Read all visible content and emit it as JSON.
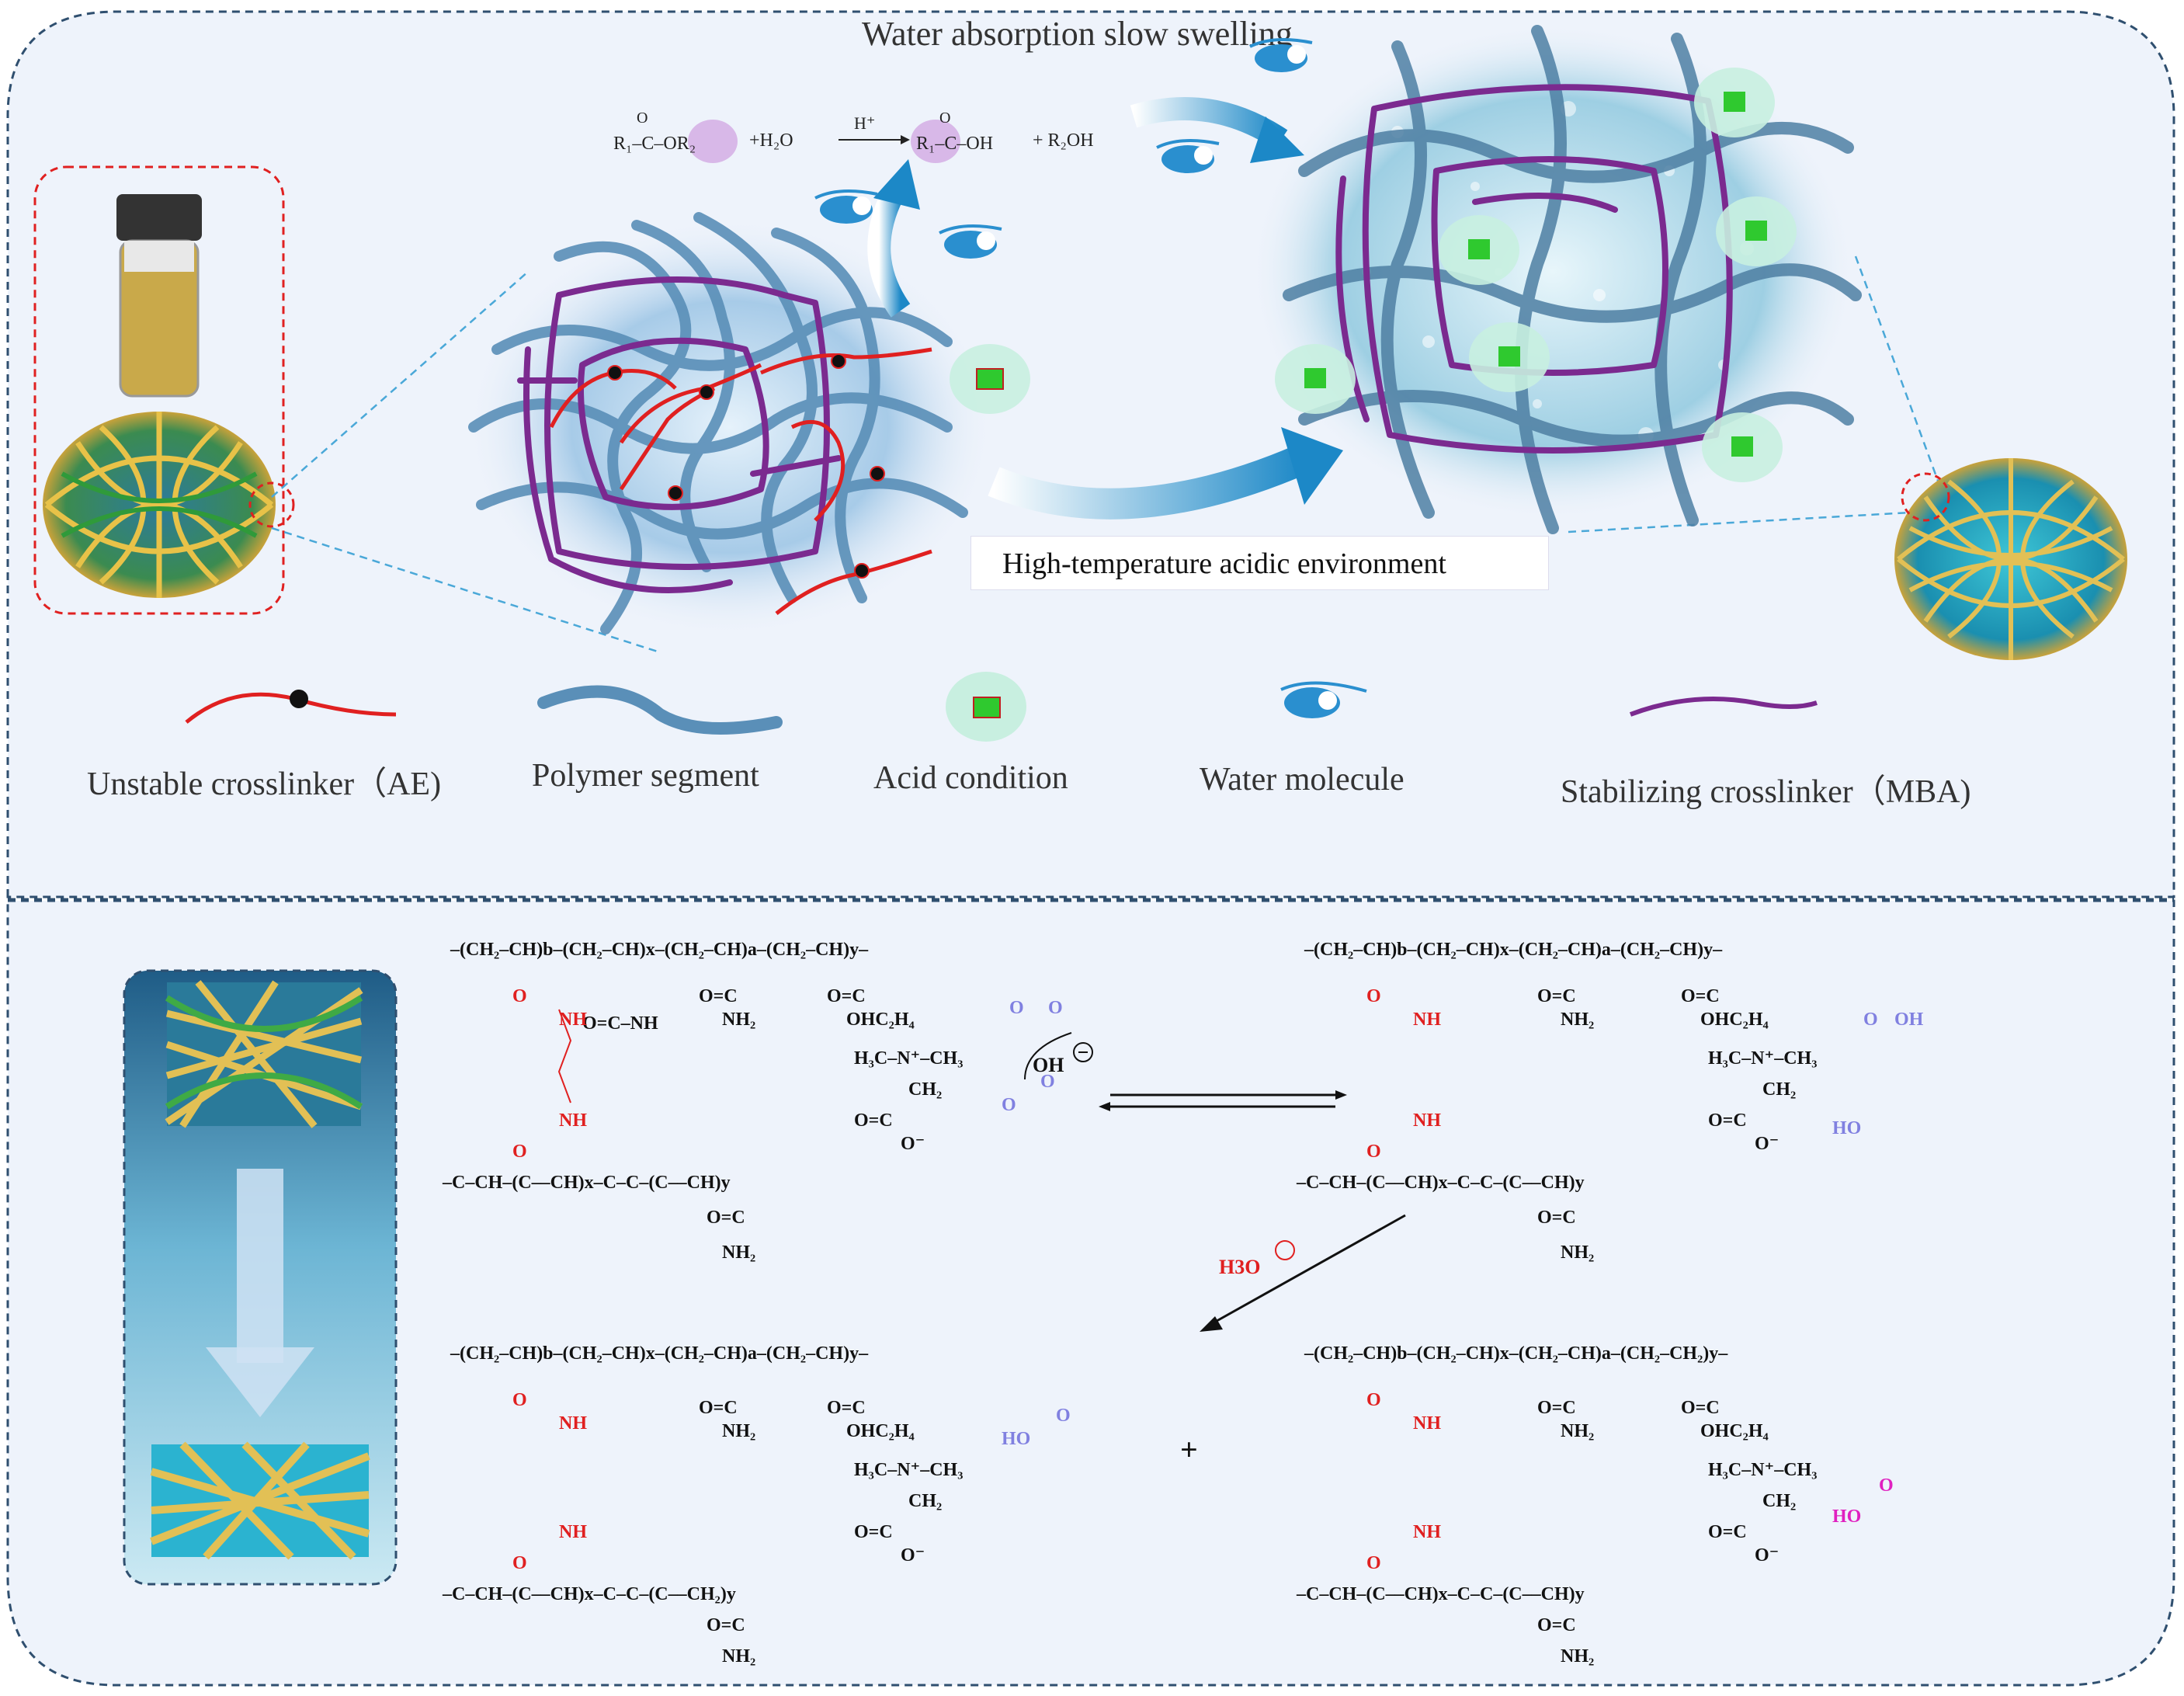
{
  "top_title": "Water absorption slow swelling",
  "environment_label": "High-temperature acidic environment",
  "reaction_top": {
    "reactant": "R1–C(=O)–OR2",
    "water": "+H2O",
    "catalyst": "H+",
    "product_acid": "R1–C(=O)–OH",
    "product_alcohol": "+ R2OH"
  },
  "acid_symbol": "H+",
  "legend": [
    {
      "label": "Unstable crosslinker（AE)",
      "icon": "red-crosslinker-icon"
    },
    {
      "label": "Polymer segment",
      "icon": "polymer-segment-icon"
    },
    {
      "label": "Acid condition",
      "icon": "acid-bubble-icon"
    },
    {
      "label": "Water molecule",
      "icon": "water-molecule-icon"
    },
    {
      "label": "Stabilizing crosslinker（MBA)",
      "icon": "purple-crosslinker-icon"
    }
  ],
  "mechanism": {
    "hydroxide": "OH",
    "hydronium": "H3O",
    "plus": "+"
  },
  "colors": {
    "panel_bg": "#eef3fb",
    "border": "#2f4f6f",
    "red": "#e02020",
    "purple": "#7b2a8f",
    "lavender": "#8080e0",
    "magenta": "#e020c0",
    "blue": "#5a8fb8"
  }
}
